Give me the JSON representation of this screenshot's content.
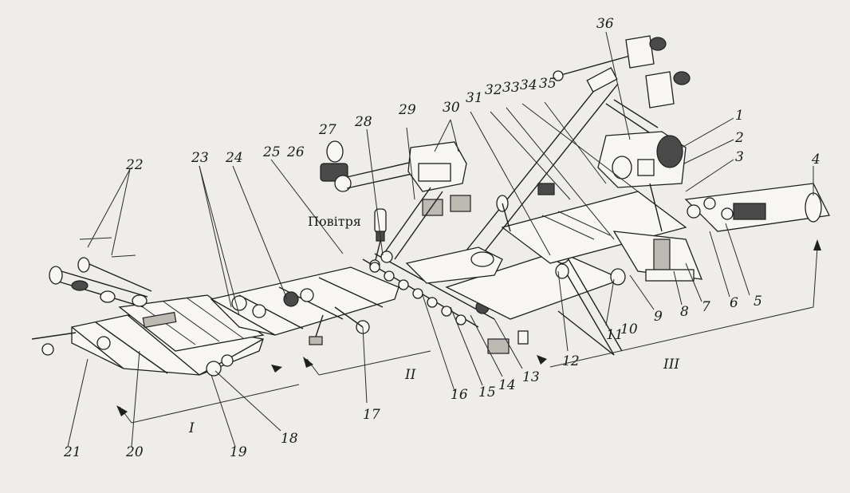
{
  "figure": {
    "air_label": "Повітря",
    "zones": [
      "I",
      "II",
      "III"
    ],
    "callouts": [
      "1",
      "2",
      "3",
      "4",
      "5",
      "6",
      "7",
      "8",
      "9",
      "10",
      "11",
      "12",
      "13",
      "14",
      "15",
      "16",
      "17",
      "18",
      "19",
      "20",
      "21",
      "22",
      "23",
      "24",
      "25",
      "26",
      "27",
      "28",
      "29",
      "30",
      "31",
      "32",
      "33",
      "34",
      "35",
      "36"
    ]
  },
  "colors": {
    "ink": "#1f1f1f",
    "paper": "#efedea"
  }
}
